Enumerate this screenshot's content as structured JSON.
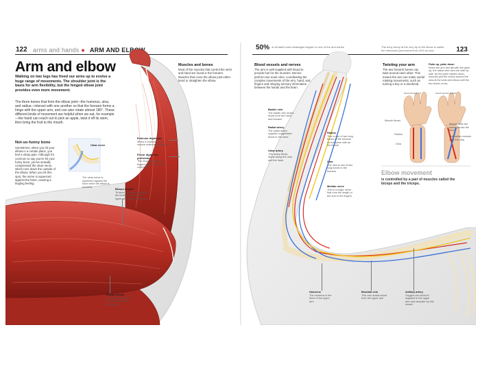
{
  "left": {
    "folio": "122",
    "running_section": "arms and hands",
    "running_title": "ARM AND ELBOW",
    "title": "Arm and elbow",
    "intro": "Walking on two legs has freed our arms up to evolve a huge range of movements. The shoulder joint is the basis for arm flexibility, but the hinged elbow joint provides even more movement.",
    "body": "The three bones that form the elbow joint—the humerus, ulna, and radius—interact with one another so that the forearm forms a hinge with the upper arm, and can also rotate almost 180°. These different kinds of movement are helpful when we eat, for example—the hand can reach out to pick an apple, twist it off its stem, then bring the fruit to the mouth.",
    "funny_bone_heading": "Not-so-funny bone",
    "funny_bone_text": "Sometimes, when you hit your elbow in a certain place, you feel a sharp pain. Although it's common to say you've hit your funny bone, you've actually compressed the ulnar nerve, which runs down the outside of the elbow. When you hit this spot, the nerve is squeezed against the bone, causing a tingling feeling.",
    "muscles_heading": "Muscles and bones",
    "muscles_text": "Most of the muscles that control the wrist and hand are found in the forearm. Muscles that cross the elbow joint either bend or straighten the elbow.",
    "labels": {
      "ulnar_nerve": {
        "title": "Ulnar nerve",
        "text": ""
      },
      "ulnar_squeeze": {
        "title": "",
        "text": "The ulnar nerve is squeezed against the bone when the elbow is knocked."
      },
      "extensor": {
        "title": "Extensor digitorum",
        "text": "When it contracts, this muscle extends the fingers"
      },
      "flexor": {
        "title": "Flexor digitorum profundus",
        "text": "This muscle flexes the fingers into a fist when it contracts"
      },
      "biceps": {
        "title": "Biceps brachii",
        "text": "To bend the elbow, this pulls the forearm towards the upper arm when contracted"
      },
      "triceps": {
        "title": "Triceps brachii",
        "text": "The elbow straightens when this muscle is contracted"
      }
    }
  },
  "right": {
    "folio": "123",
    "fact_pct": "50%",
    "fact_text": "of all adult bone breakages happen to one of the arm bones",
    "fact_right": "The bony bump at the very tip of the elbow is called the olecranon (pronounced oh-LEK-ra-non).",
    "blood_heading": "Blood vessels and nerves",
    "blood_text": "The arm is well supplied with blood to provide fuel for the muscles. Nerves perform two main roles: coordinating the complex movements of the arm, hand, and fingers and relaying sensory information between the hands and the brain.",
    "twist_heading": "Twisting your arm",
    "twist_text": "The two forearm bones can twist around each other. This means the arm can make useful rotating movements, such as turning a key or a doorknob.",
    "palm_up_heading": "Palm up, palm down",
    "palm_up_text": "When the arm lies flat with the palm up, the radius and ulna are side by side. As the palm rotates down, muscles pull the radius around the ulna at the wrist and elbow until the two bones cross.",
    "palm_up_caption": "PALM FACING UP",
    "palm_down_caption": "PALM FACING DOWN",
    "movement_heading": "Elbow movement",
    "movement_sub": "is controlled by a pair of muscles called the biceps and the triceps.",
    "labels": {
      "basilic": {
        "title": "Basilic vein",
        "text": "The basilic vein drains blood from the hand and forearm"
      },
      "brachial": {
        "title": "Radial artery",
        "text": "The radial artery supplies oxygenated blood to the hand"
      },
      "ulnar_art": {
        "title": "Ulnar artery",
        "text": "This artery feeds tissue along the ulna and the hand"
      },
      "radius": {
        "title": "Radius",
        "text": "This is one of two long bones of the forearm on the same side as the thumb"
      },
      "ulna": {
        "title": "Ulna",
        "text": "The ulna is one of two long bones in the forearm"
      },
      "median": {
        "title": "Median nerve",
        "text": "This is a major nerve that runs the length of the arm to the fingers"
      },
      "humerus": {
        "title": "Humerus",
        "text": "The humerus is the bone of the upper arm"
      },
      "brachial_vein": {
        "title": "Brachial vein",
        "text": "This vein drains blood from the upper arm"
      },
      "axillary": {
        "title": "Axillary artery",
        "text": "Oxygen-rich blood is supplied to the upper arm and shoulder by this vessel"
      },
      "flexor_tendon": {
        "title": "",
        "text": "Muscle flexes"
      },
      "radius_small": {
        "title": "",
        "text": "Radius"
      },
      "ulna_small": {
        "title": "",
        "text": "Ulna"
      },
      "muscle_pulls": {
        "title": "",
        "text": "Muscle pulls the radius across the ulna"
      },
      "radius_crosses": {
        "title": "",
        "text": "The radius crosses over the ulna"
      }
    }
  },
  "colors": {
    "muscle": "#c0392b",
    "muscle_dark": "#8e1f18",
    "artery": "#d62b1e",
    "vein": "#3b6fd6",
    "nerve": "#f1c40f",
    "bone": "#efe3c2",
    "accent": "#c8302c"
  }
}
